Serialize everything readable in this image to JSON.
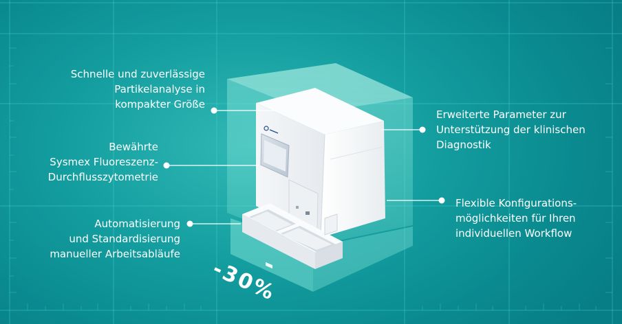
{
  "callouts": {
    "top_left": [
      "Schnelle und zuverlässige",
      "Partikelanalyse in",
      "kompakter Größe"
    ],
    "mid_left": [
      "Bewährte",
      "Sysmex Fluoreszenz-",
      "Durchflusszytometrie"
    ],
    "bottom_left": [
      "Automatisierung",
      "und Standardisierung",
      "manueller Arbeitsabläufe"
    ],
    "top_right": [
      "Erweiterte Parameter zur",
      "Unterstützung der klinischen",
      "Diagnostik"
    ],
    "bottom_right": [
      "Flexible Konfigurations-",
      "möglichkeiten für Ihren",
      "individuellen Workflow"
    ]
  },
  "size_reduction_label": "-30%",
  "device": {
    "brand_icon": "sysmex-logo-icon"
  },
  "colors": {
    "background": "#139c9e",
    "grid": "#3fd6cf",
    "text": "#ffffff"
  }
}
